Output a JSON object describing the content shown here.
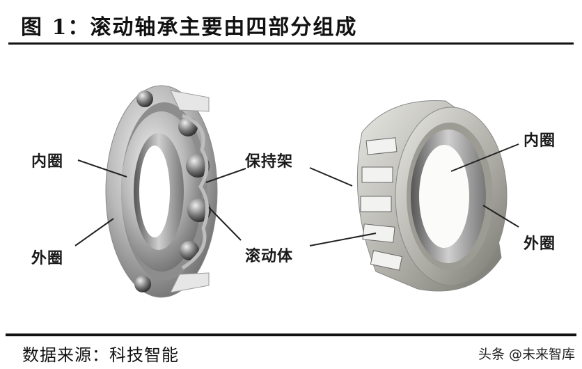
{
  "header": {
    "title": "图 1：滚动轴承主要由四部分组成"
  },
  "figure": {
    "left_bearing": {
      "type_icon": "deep-groove-ball-bearing",
      "labels": {
        "inner_ring": "内圈",
        "outer_ring": "外圈",
        "cage": "保持架",
        "rolling_element": "滚动体"
      }
    },
    "right_bearing": {
      "type_icon": "tapered-roller-bearing",
      "labels": {
        "inner_ring": "内圈",
        "outer_ring": "外圈"
      }
    }
  },
  "footer": {
    "source": "数据来源：科技智能",
    "watermark": "头条 @未来智库"
  }
}
